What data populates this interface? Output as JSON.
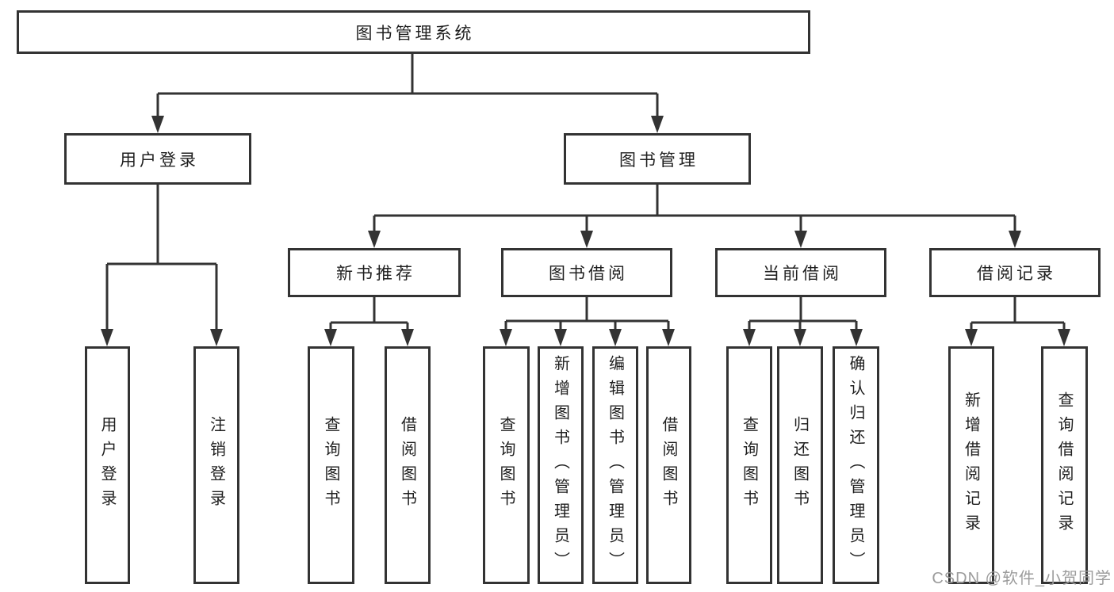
{
  "diagram": {
    "root": {
      "label": "图书管理系统"
    },
    "branches": [
      {
        "label": "用户登录",
        "children": [
          {
            "label": "用户登录"
          },
          {
            "label": "注销登录"
          }
        ]
      },
      {
        "label": "图书管理",
        "children": [
          {
            "label": "新书推荐",
            "children": [
              {
                "label": "查询图书"
              },
              {
                "label": "借阅图书"
              }
            ]
          },
          {
            "label": "图书借阅",
            "children": [
              {
                "label": "查询图书"
              },
              {
                "label": "新增图书（管理员）"
              },
              {
                "label": "编辑图书（管理员）"
              },
              {
                "label": "借阅图书"
              }
            ]
          },
          {
            "label": "当前借阅",
            "children": [
              {
                "label": "查询图书"
              },
              {
                "label": "归还图书"
              },
              {
                "label": "确认归还（管理员）"
              }
            ]
          },
          {
            "label": "借阅记录",
            "children": [
              {
                "label": "新增借阅记录"
              },
              {
                "label": "查询借阅记录"
              }
            ]
          }
        ]
      }
    ]
  },
  "watermark": {
    "text": "CSDN @软件_小贺同学"
  },
  "colors": {
    "line": "#333333",
    "box_border": "#333333",
    "box_fill": "#ffffff",
    "text": "#1f1f1f",
    "watermark": "#9c9c9c",
    "background": "#ffffff"
  }
}
